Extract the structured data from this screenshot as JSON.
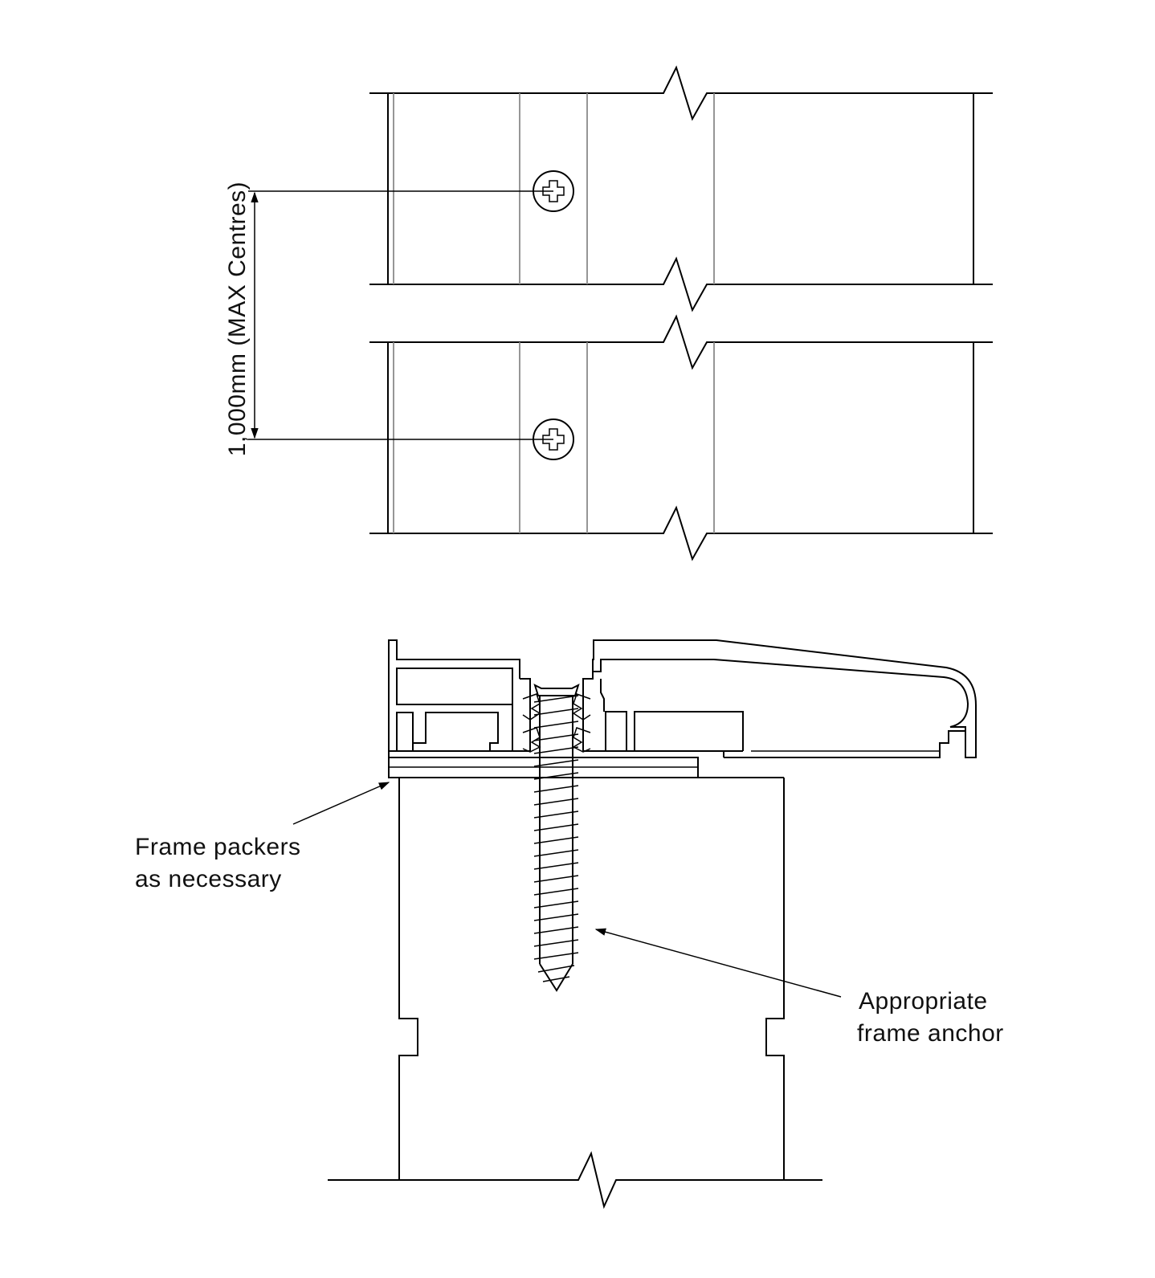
{
  "dimension": {
    "label": "1,000mm (MAX Centres)"
  },
  "callouts": {
    "frame_packers": {
      "line1": "Frame packers",
      "line2": "as necessary"
    },
    "frame_anchor": {
      "line1": "Appropriate",
      "line2": "frame anchor"
    }
  },
  "colors": {
    "line": "#000000",
    "hidden_line": "#8a8a8a",
    "background": "#ffffff"
  }
}
